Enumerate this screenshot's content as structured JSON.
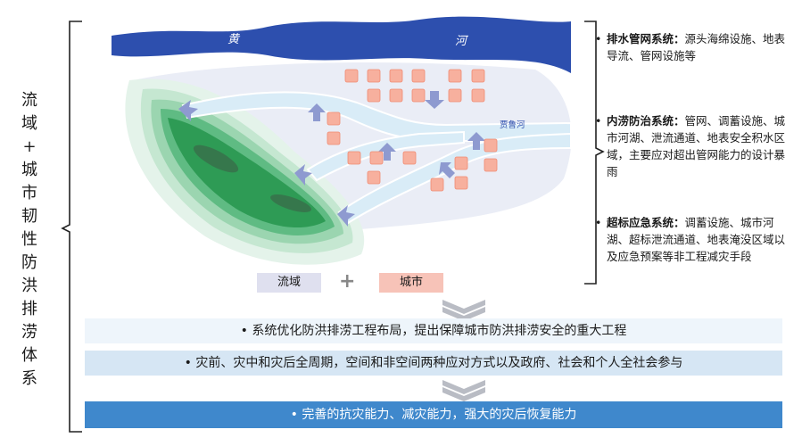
{
  "left_title": [
    "流",
    "域",
    "+",
    "城",
    "市",
    "韧",
    "性",
    "防",
    "洪",
    "排",
    "涝",
    "体",
    "系"
  ],
  "map": {
    "river_char_1": "黄",
    "river_char_2": "河",
    "tributary_label": "贾鲁河"
  },
  "legend": {
    "basin": "流域",
    "plus": "+",
    "city": "城市"
  },
  "systems": [
    {
      "bullet": "•",
      "title": "排水管网系统：",
      "body": "源头海绵设施、地表导流、管网设施等"
    },
    {
      "bullet": "•",
      "title": "内涝防治系统：",
      "body": "管网、调蓄设施、城市河湖、泄流通道、地表安全积水区域，主要应对超出管网能力的设计暴雨"
    },
    {
      "bullet": "•",
      "title": "超标应急系统：",
      "body": "调蓄设施、城市河湖、超标泄流通道、地表淹没区域以及应急预案等非工程减灾手段"
    }
  ],
  "bands": [
    "•  系统优化防洪排涝工程布局，提出保障城市防洪排涝安全的重大工程",
    "•  灾前、灾中和灾后全周期，空间和非空间两种应对方式以及政府、社会和个人全社会参与",
    "•  完善的抗灾能力、减灾能力，强大的灾后恢复能力"
  ],
  "colors": {
    "river": "#2d4fae",
    "water": "#d9ecf7",
    "basin_green": "#2e9b55",
    "city_block": "#f7b09e",
    "arrow": "#8e9ad0",
    "band_dark": "#3f88cc"
  }
}
